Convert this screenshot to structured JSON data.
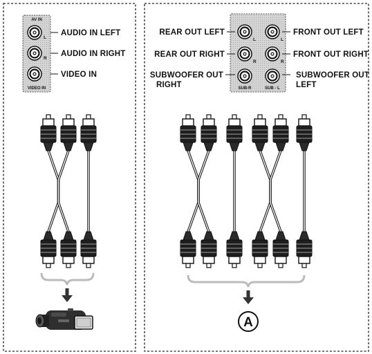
{
  "left_panel": {
    "jack_header": "AV IN",
    "jack_footer": "VIDEO IN",
    "jack_markers": [
      "L",
      "R"
    ],
    "labels": [
      "AUDIO IN LEFT",
      "AUDIO IN RIGHT",
      "VIDEO IN"
    ],
    "device_icon": "camcorder-icon"
  },
  "right_panel": {
    "jack_markers": [
      "L",
      "R",
      "L",
      "R"
    ],
    "jack_footers": [
      "SUB-R",
      "SUB - L"
    ],
    "labels_left": [
      "REAR OUT LEFT",
      "REAR OUT RIGHT",
      "SUBWOOFER OUT",
      "RIGHT"
    ],
    "labels_right": [
      "FRONT OUT LEFT",
      "FRONT OUT RIGHT",
      "SUBWOOFER OUT",
      "LEFT"
    ],
    "device_marker": "A"
  }
}
